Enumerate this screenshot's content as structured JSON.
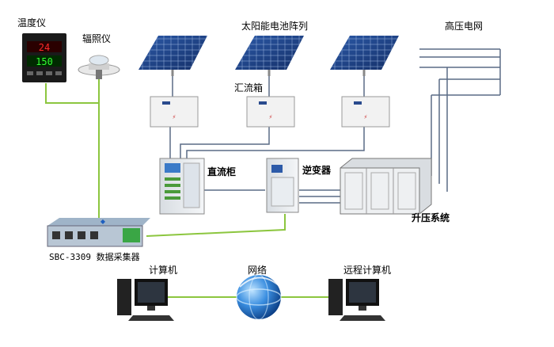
{
  "labels": {
    "temperature_meter": "温度仪",
    "radiation_meter": "辐照仪",
    "solar_array": "太阳能电池阵列",
    "combiner_box": "汇流箱",
    "high_voltage_grid": "高压电网",
    "dc_cabinet": "直流柜",
    "inverter": "逆变器",
    "boost_system": "升压系统",
    "data_collector": "SBC-3309 数据采集器",
    "computer": "计算机",
    "network": "网络",
    "remote_computer": "远程计算机"
  },
  "displays": {
    "temp_value_1": "24",
    "temp_value_2": "150"
  },
  "colors": {
    "data_line": "#8cc63f",
    "power_line": "#5a6b85",
    "panel_blue": "#1e3c78",
    "globe_blue": "#1a63b8"
  }
}
